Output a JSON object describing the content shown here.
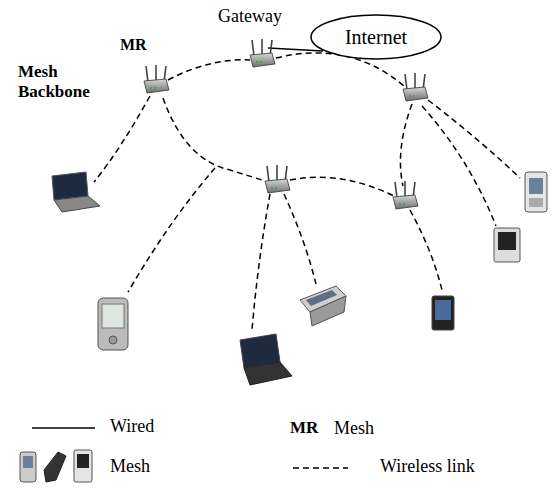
{
  "diagram": {
    "nodes": [
      {
        "text": [
          "Internet"
        ]
      }
    ],
    "labels": [
      "Gateway",
      "MR",
      "Mesh Backbone",
      "MR"
    ],
    "legend": [
      {
        "text": "Wired"
      },
      {
        "text": "Mesh"
      },
      {
        "text": "Mesh"
      },
      {
        "text": "Wireless link"
      }
    ]
  }
}
